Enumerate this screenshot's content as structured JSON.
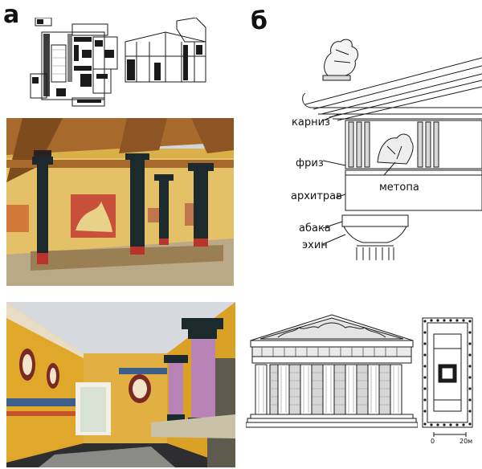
{
  "panels": {
    "left_letter": "а",
    "right_letter": "б"
  },
  "order_labels": {
    "cornice": "карниз",
    "frieze": "фриз",
    "metope": "метопа",
    "architrave": "архитрав",
    "abacus": "абака",
    "echinus": "эхин"
  },
  "scale_bar": {
    "zero": "0",
    "length": "20м"
  },
  "colors": {
    "ochre_wall": "#d9a227",
    "dark_column": "#1c2a2e",
    "red_column_band": "#b8332a",
    "wood_beam": "#a86a2c",
    "purple_column": "#b884b8",
    "blue_fresco": "#3c5f8a",
    "line_drawing": "#1a1a1a"
  }
}
